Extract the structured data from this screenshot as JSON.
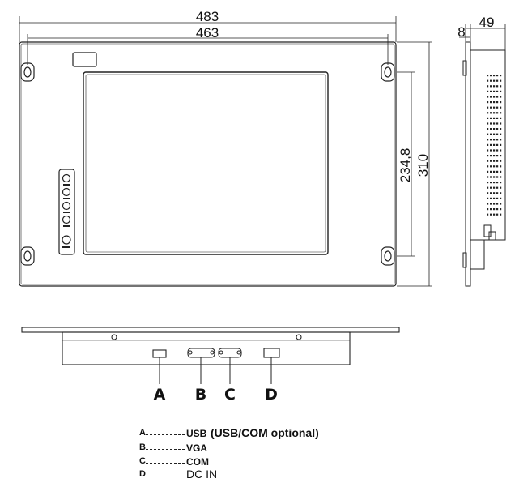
{
  "dimensions": {
    "outer_width": "483",
    "inner_width": "463",
    "side_inner": "234,8",
    "side_outer": "310",
    "depth_small": "8",
    "depth_total": "49"
  },
  "ports": [
    {
      "letter": "A",
      "name": "USB"
    },
    {
      "letter": "B",
      "name": "VGA"
    },
    {
      "letter": "C",
      "name": "COM"
    },
    {
      "letter": "D",
      "name": "DC IN"
    }
  ],
  "legend_note": "(USB/COM optional)",
  "colors": {
    "line": "#222222",
    "text": "#111111"
  }
}
